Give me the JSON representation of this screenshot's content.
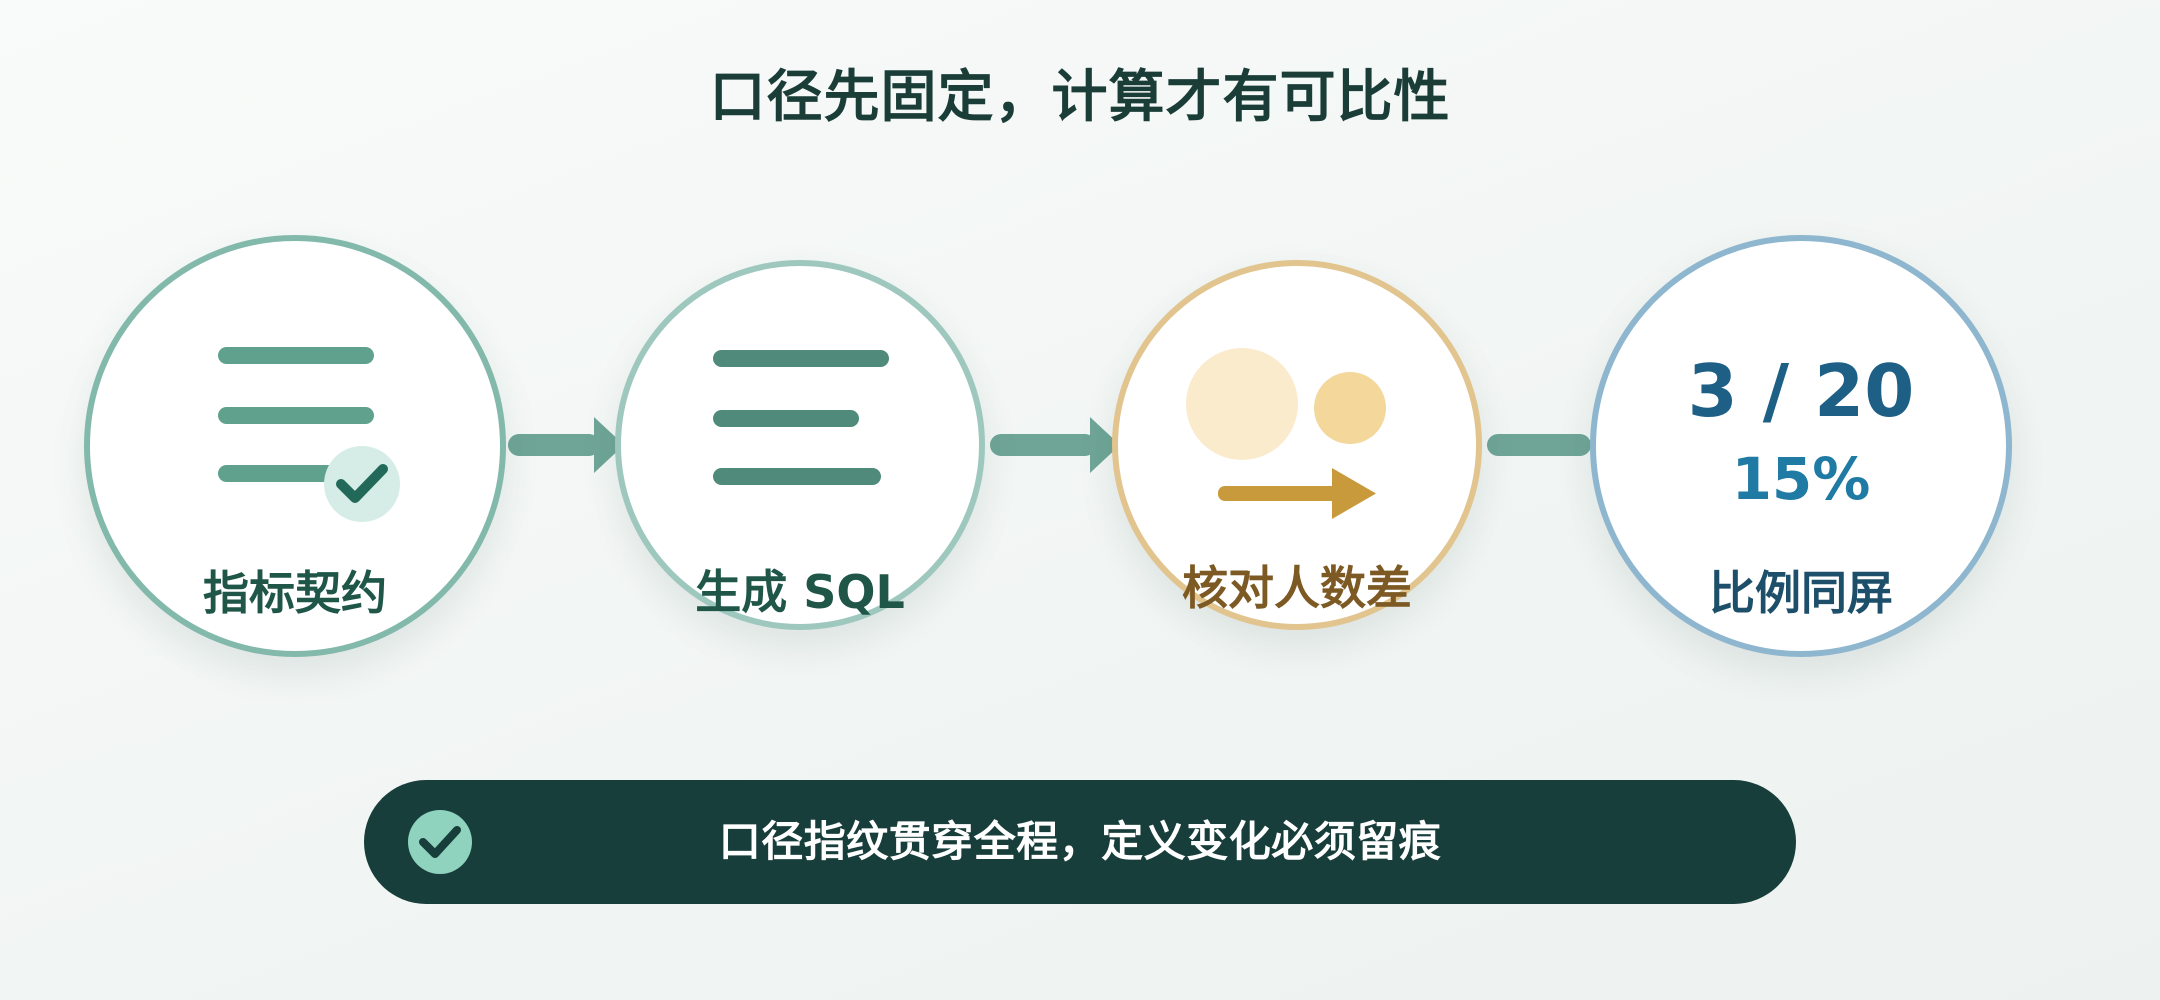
{
  "title": "口径先固定，计算才有可比性",
  "steps": [
    {
      "label": "指标契约"
    },
    {
      "label": "生成 SQL"
    },
    {
      "label": "核对人数差"
    },
    {
      "label": "比例同屏",
      "ratio": "3 / 20",
      "percent": "15%"
    }
  ],
  "summary": {
    "text": "口径指纹贯穿全程，定义变化必须留痕"
  },
  "icons": {
    "step1": "document-check-icon",
    "step2": "sql-lines-icon",
    "step3": "compare-difference-icon",
    "summary": "check-circle-icon"
  },
  "colors": {
    "title": "#1b3d38",
    "accent_green": "#5fa18d",
    "accent_gold": "#c99a3b",
    "accent_blue": "#1d5f85",
    "pill_background": "#173e3a",
    "connector": "#6fa597"
  }
}
